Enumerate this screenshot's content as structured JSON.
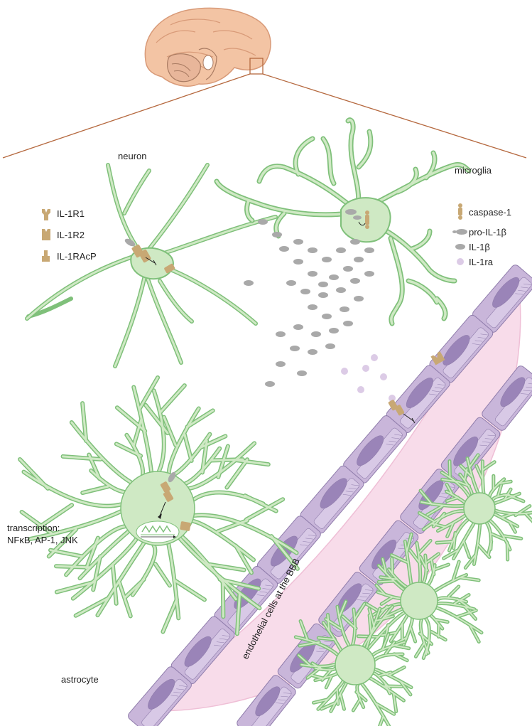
{
  "labels": {
    "neuron": "neuron",
    "microglia": "microglia",
    "astrocyte": "astrocyte",
    "transcription_1": "transcription:",
    "transcription_2": "NFκB, AP-1, JNK",
    "endothelial": "endothelial cells at the BBB"
  },
  "legend_left": [
    {
      "label": "IL-1R1",
      "icon": "il-1r1-icon"
    },
    {
      "label": "IL-1R2",
      "icon": "il-1r2-icon"
    },
    {
      "label": "IL-1RAcP",
      "icon": "il-1racp-icon"
    }
  ],
  "legend_right": [
    {
      "label": "caspase-1",
      "icon": "caspase-1-icon"
    },
    {
      "label": "pro-IL-1β",
      "icon": "pro-il-1b-icon"
    },
    {
      "label": "IL-1β",
      "icon": "il-1b-icon"
    },
    {
      "label": "IL-1ra",
      "icon": "il-1ra-icon"
    }
  ],
  "colors": {
    "cell_fill": "#cfe9c4",
    "cell_stroke": "#7fc07a",
    "receptor": "#c8a874",
    "cytokine": "#a9a9a9",
    "antagonist": "#dccbe6",
    "endothelial": "#c9b6da",
    "endothelial_stroke": "#8f7cab",
    "nucleus": "#9a84b8",
    "vessel_lumen": "#f8dcea",
    "brain": "#f3c4a4",
    "connector_lines": "#b5683e"
  }
}
